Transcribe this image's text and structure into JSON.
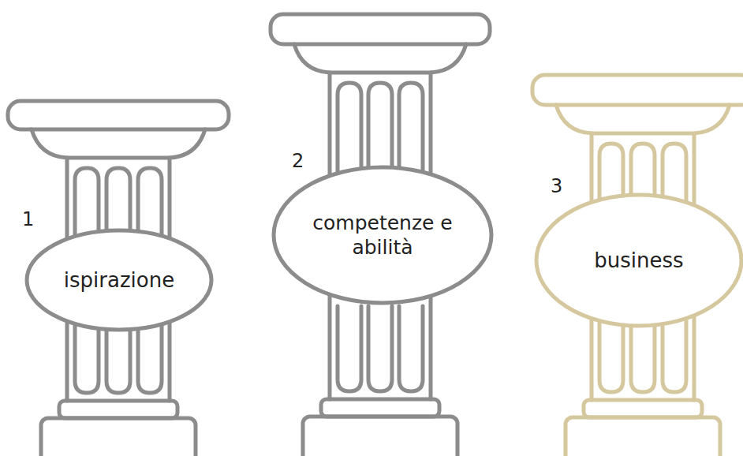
{
  "diagram": {
    "nodes": [
      {
        "text": [
          "ispirazione"
        ]
      },
      {
        "text": [
          "competenze e abilità"
        ]
      },
      {
        "text": [
          "business"
        ]
      }
    ],
    "labels": [
      "1",
      "2",
      "3"
    ]
  }
}
